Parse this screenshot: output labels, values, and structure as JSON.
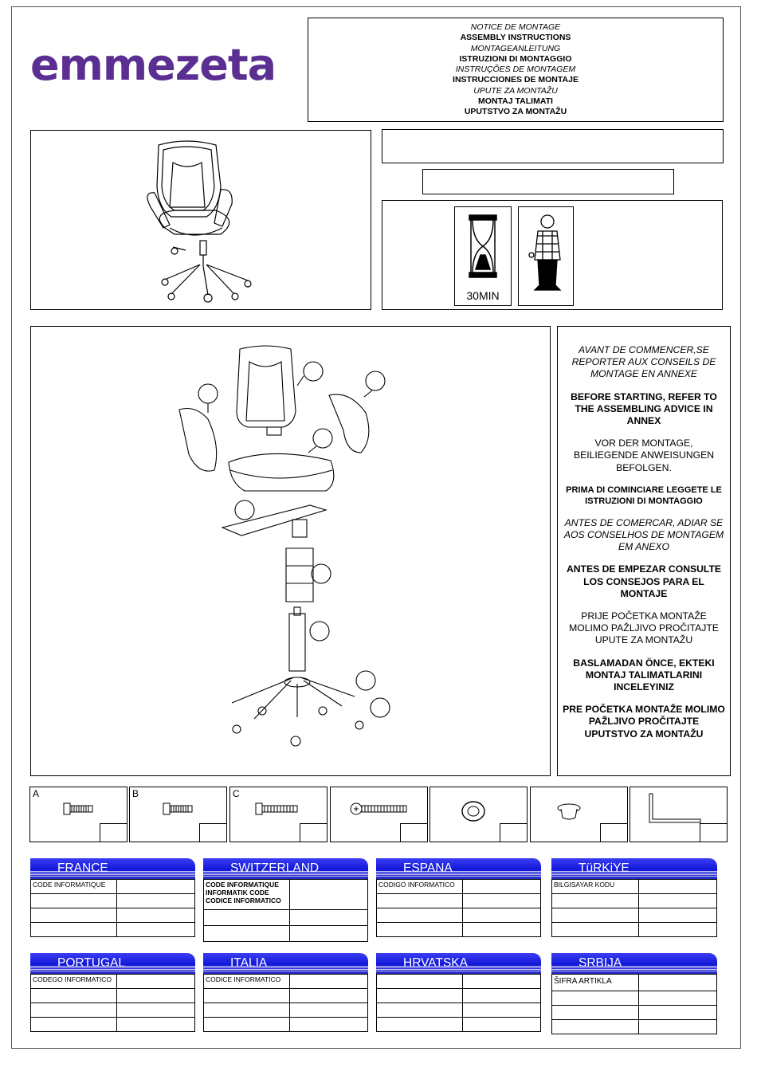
{
  "brand": {
    "logo_text": "emmezeta",
    "color": "#5b2e91"
  },
  "notice_lines": [
    {
      "text": "NOTICE DE MONTAGE",
      "style": "italic"
    },
    {
      "text": "ASSEMBLY INSTRUCTIONS",
      "style": "bold"
    },
    {
      "text": "MONTAGEANLEITUNG",
      "style": "italic"
    },
    {
      "text": "ISTRUZIONI DI MONTAGGIO",
      "style": "bold"
    },
    {
      "text": "INSTRUÇÕES DE MONTAGEM",
      "style": "italic"
    },
    {
      "text": "INSTRUCCIONES DE MONTAJE",
      "style": "bold"
    },
    {
      "text": "UPUTE ZA MONTAŽU",
      "style": "italic"
    },
    {
      "text": "MONTAJ TALIMATI",
      "style": "bold"
    },
    {
      "text": "UPUTSTVO ZA MONTAŽU",
      "style": "bold"
    }
  ],
  "assembly_time": "30MIN",
  "advice": [
    {
      "text": "AVANT DE COMMENCER,SE REPORTER AUX CONSEILS DE MONTAGE EN ANNEXE",
      "style": "it"
    },
    {
      "text": "BEFORE STARTING, REFER TO THE ASSEMBLING ADVICE IN ANNEX",
      "style": "b"
    },
    {
      "text": "VOR DER MONTAGE, BEILIEGENDE ANWEISUNGEN BEFOLGEN.",
      "style": "n"
    },
    {
      "text": "PRIMA DI COMINCIARE LEGGETE LE ISTRUZIONI DI MONTAGGIO",
      "style": "bs"
    },
    {
      "text": "ANTES DE COMERCAR, ADIAR SE AOS CONSELHOS DE MONTAGEM EM ANEXO",
      "style": "it"
    },
    {
      "text": "ANTES DE EMPEZAR CONSULTE LOS CONSEJOS PARA EL MONTAJE",
      "style": "b"
    },
    {
      "text": "PRIJE POČETKA MONTAŽE MOLIMO PAŽLJIVO PROČITAJTE UPUTE ZA MONTAŽU",
      "style": "n"
    },
    {
      "text": "BASLAMADAN ÖNCE, EKTEKI MONTAJ TALIMATLARINI INCELEYINIZ",
      "style": "b"
    },
    {
      "text": "PRE POČETKA MONTAŽE MOLIMO PAŽLJIVO PROČITAJTE UPUTSTVO ZA MONTAŽU",
      "style": "b"
    }
  ],
  "hardware": [
    {
      "letter": "A",
      "icon": "bolt-icon"
    },
    {
      "letter": "B",
      "icon": "bolt-icon"
    },
    {
      "letter": "C",
      "icon": "bolt-long-icon"
    },
    {
      "letter": "",
      "icon": "allen-bolt-icon"
    },
    {
      "letter": "",
      "icon": "washer-icon"
    },
    {
      "letter": "",
      "icon": "cap-icon"
    },
    {
      "letter": "",
      "icon": "allen-key-icon"
    }
  ],
  "countries": [
    {
      "name": "FRANCE",
      "code_label": "CODE INFORMATIQUE"
    },
    {
      "name": "SWITZERLAND",
      "code_label": "CODE INFORMATIQUE\nINFORMATIK CODE\nCODICE INFORMATICO"
    },
    {
      "name": "ESPANA",
      "code_label": "CODIGO INFORMATICO"
    },
    {
      "name": "TüRKiYE",
      "code_label": "BILGISAYAR KODU"
    },
    {
      "name": "PORTUGAL",
      "code_label": "CODEGO INFORMATICO"
    },
    {
      "name": "ITALIA",
      "code_label": "CODICE INFORMATICO"
    },
    {
      "name": "HRVATSKA",
      "code_label": ""
    },
    {
      "name": "SRBIJA",
      "code_label": "ŠIFRA ARTIKLA"
    }
  ]
}
